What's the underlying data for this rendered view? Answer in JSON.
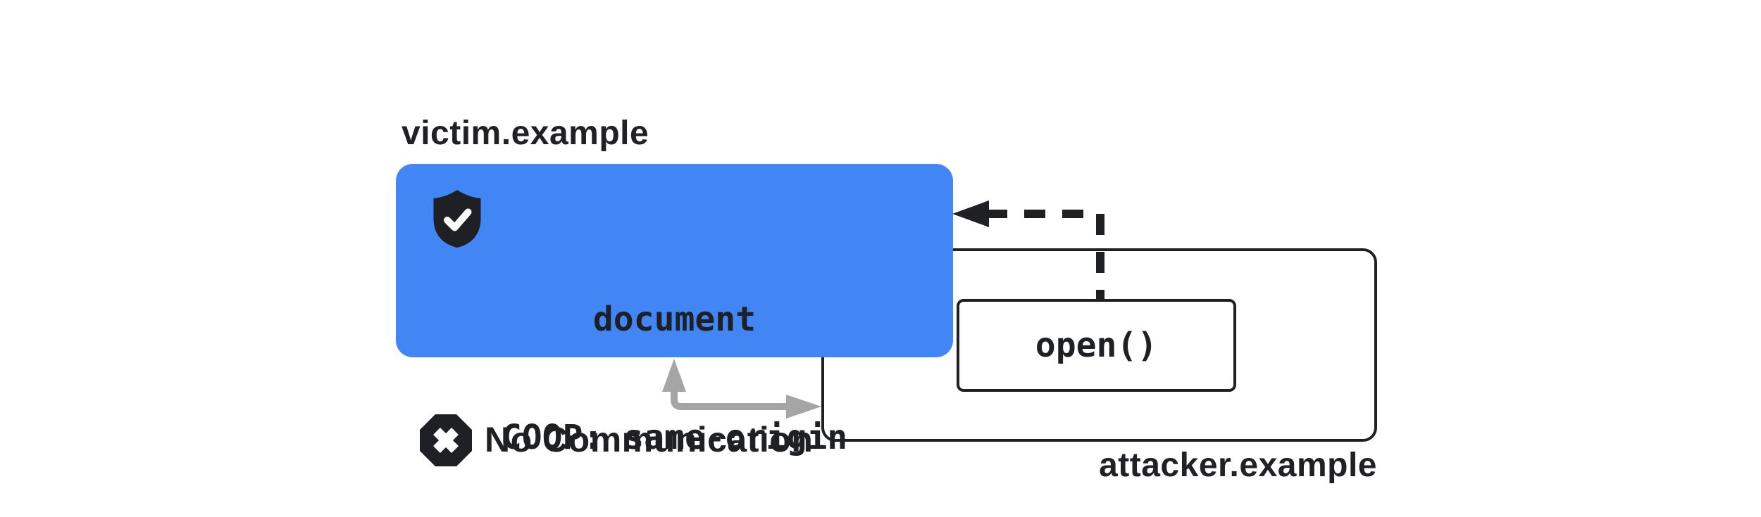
{
  "diagram": {
    "victim": {
      "domain_label": "victim.example",
      "document_line": "document",
      "coop_line": "COOP: same-origin"
    },
    "attacker": {
      "domain_label": "attacker.example",
      "open_call_label": "open()"
    },
    "communication": {
      "status_label": "No Communication"
    },
    "icons": {
      "shield_check": "shield-check-icon",
      "blocked_x": "x-octagon-icon",
      "opener_arrow": "dashed-left-arrow",
      "blocked_arrow": "gray-elbow-double-arrow"
    },
    "colors": {
      "victim_box_blue": "#4285F4",
      "ink_black": "#1E2023",
      "text_black": "#202124",
      "arrow_gray": "#A5A5A5",
      "background": "#FFFFFF"
    }
  }
}
